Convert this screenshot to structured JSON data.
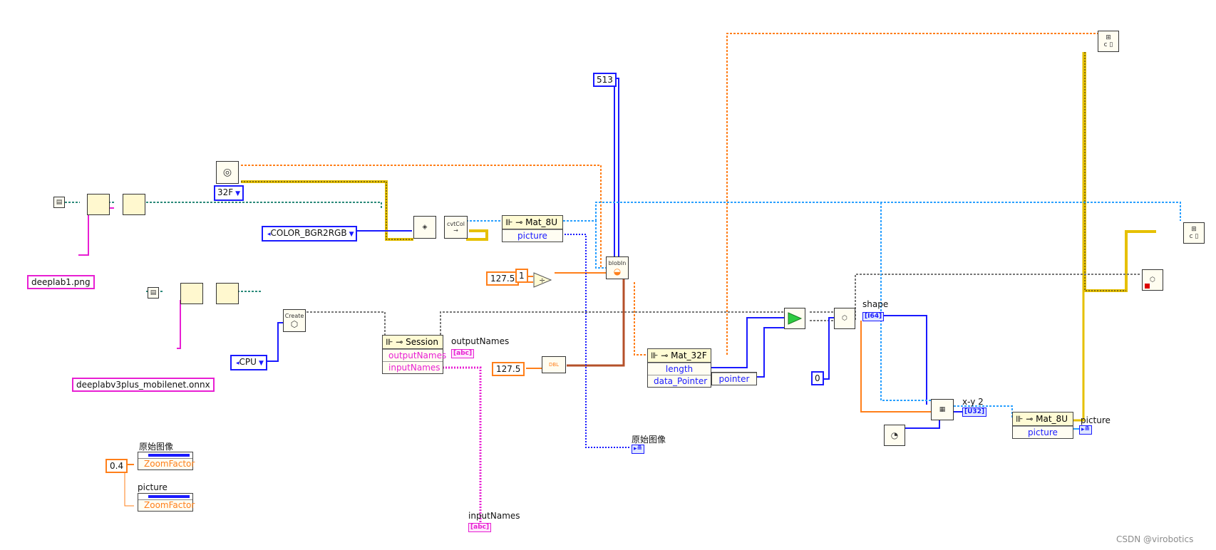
{
  "constants": {
    "image_path": "deeplab1.png",
    "model_path": "deeplabv3plus_mobilenet.onnx",
    "depth_ring": "32F",
    "color_ring": "COLOR_BGR2RGB",
    "device_ring": "CPU",
    "size_513": "513",
    "one": "1",
    "mean_a": "127.5",
    "mean_b": "127.5",
    "zero": "0",
    "zoom": "0.4"
  },
  "nodes": {
    "mat8u_a": {
      "title": "Mat_8U",
      "prop": "picture"
    },
    "mat8u_b": {
      "title": "Mat_8U",
      "prop": "picture"
    },
    "session": {
      "title": "Session",
      "prop1": "outputNames",
      "prop2": "inputNames"
    },
    "mat32f": {
      "title": "Mat_32F",
      "prop1": "length",
      "prop2": "data_Pointer"
    },
    "pointer": "pointer",
    "cvtcol": "cvtCol",
    "blobin": "blobIn",
    "create": "Create"
  },
  "labels": {
    "output_names": "outputNames",
    "input_names": "inputNames",
    "shape": "shape",
    "xy2": "x-y 2",
    "orig_img_1": "原始图像",
    "orig_img_2": "原始图像",
    "picture_1": "picture",
    "picture_2": "picture",
    "zoom_1": "ZoomFactor",
    "zoom_2": "ZoomFactor"
  },
  "terminals": {
    "abc": "abc",
    "i64": "I64",
    "u32": "U32",
    "dbl": "DBL"
  },
  "watermark": "CSDN @virobotics",
  "colors": {
    "string_wire": "#e81fd3",
    "numeric_wire": "#ff7f1a",
    "integer_wire": "#1a1aff",
    "refnum_wire": "#2aa0ff",
    "cluster_wire": "#e6c000",
    "path_wire": "#2b8a7a"
  }
}
